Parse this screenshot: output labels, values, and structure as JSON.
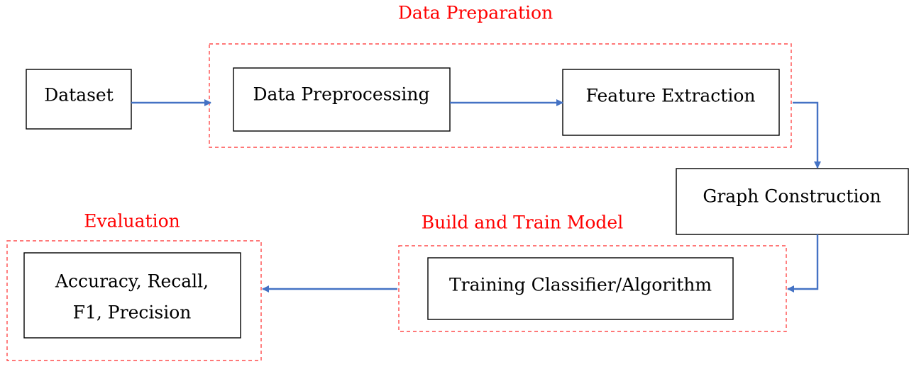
{
  "colors": {
    "arrow": "#4472c4",
    "group_border": "#ff4b4b",
    "group_label": "#ff0000",
    "box_border": "#000000"
  },
  "groups": {
    "data_preparation": "Data Preparation",
    "build_and_train": "Build and Train Model",
    "evaluation": "Evaluation"
  },
  "nodes": {
    "dataset": "Dataset",
    "data_preprocessing": "Data Preprocessing",
    "feature_extraction": "Feature Extraction",
    "graph_construction": "Graph Construction",
    "training_classifier": "Training Classifier/Algorithm",
    "metrics_line1": "Accuracy, Recall,",
    "metrics_line2": "F1, Precision"
  }
}
